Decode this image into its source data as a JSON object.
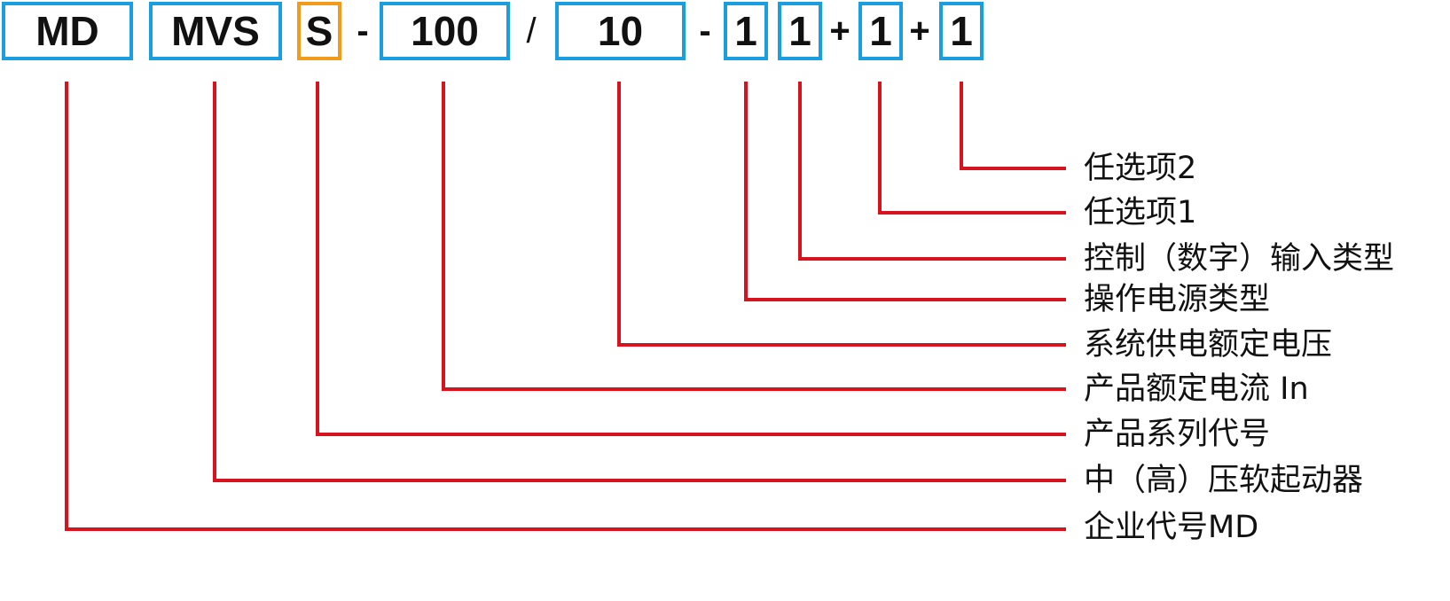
{
  "colors": {
    "box_border": "#1a9ee0",
    "highlight_border": "#f29a1a",
    "connector_line": "#d7141e",
    "text": "#111111"
  },
  "code": {
    "segments": [
      "MD",
      "MVS",
      "S",
      "100",
      "10",
      "1",
      "1",
      "1",
      "1"
    ],
    "separators": [
      "-",
      "/",
      "-",
      "+",
      "+"
    ]
  },
  "labels": [
    "任选项2",
    "任选项1",
    "控制（数字）输入类型",
    "操作电源类型",
    "系统供电额定电压",
    "产品额定电流 In",
    "产品系列代号",
    "中（高）压软起动器",
    "企业代号MD"
  ]
}
